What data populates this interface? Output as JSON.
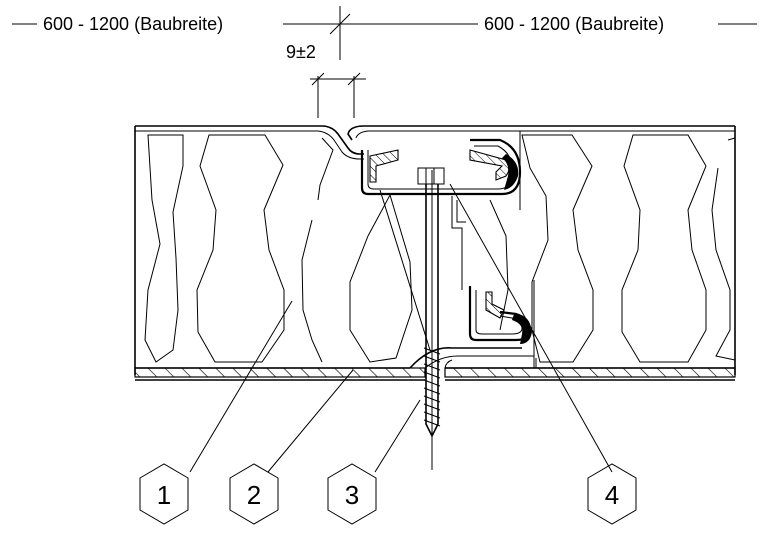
{
  "dimensions": {
    "width_left": "600 - 1200 (Baubreite)",
    "width_right": "600 - 1200 (Baubreite)",
    "joint_gap": "9±2"
  },
  "callouts": [
    "1",
    "2",
    "3",
    "4"
  ],
  "colors": {
    "line": "#000000",
    "background": "#ffffff",
    "sealant": "#000000"
  }
}
